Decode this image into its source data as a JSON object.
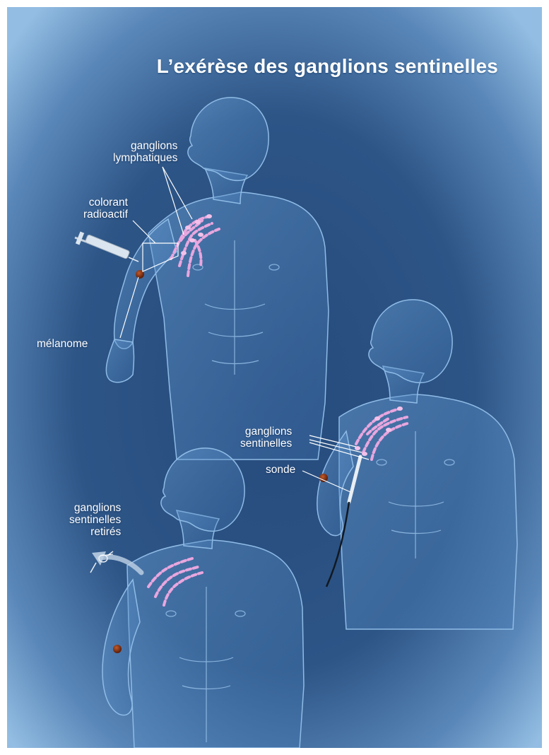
{
  "title": "L’exérèse des ganglions sentinelles",
  "labels": {
    "lymph_nodes": [
      "ganglions",
      "lymphatiques"
    ],
    "dye": [
      "colorant",
      "radioactif"
    ],
    "melanoma": "mélanome",
    "sentinel_nodes": [
      "ganglions",
      "sentinelles"
    ],
    "probe": "sonde",
    "removed_nodes": [
      "ganglions",
      "sentinelles",
      "retirés"
    ]
  },
  "colors": {
    "background_center": "#2a4f82",
    "background_edge": "#8fb9df",
    "body_fill": "#4f86c2",
    "lymph_vessel": "#e9a6de",
    "melanoma": "#8a3a1c",
    "label_text": "#ffffff"
  }
}
